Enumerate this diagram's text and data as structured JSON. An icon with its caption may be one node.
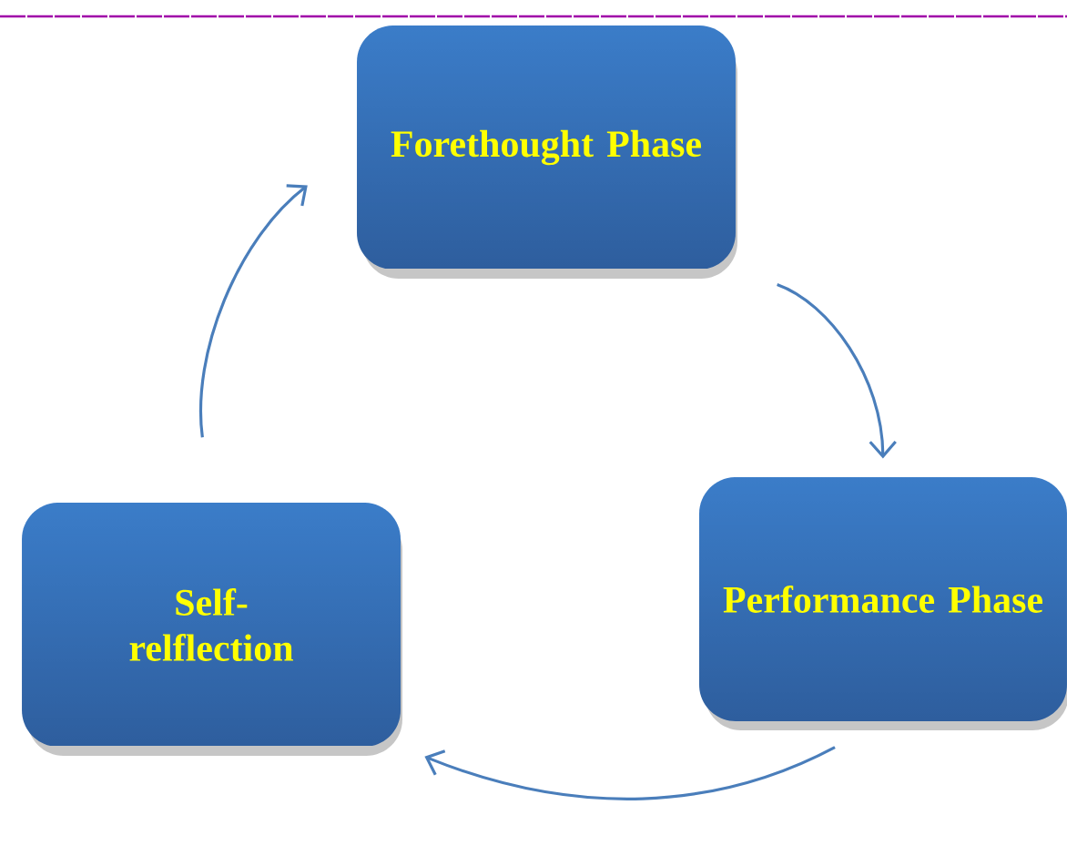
{
  "diagram": {
    "nodes": [
      {
        "text": [
          "Forethought Phase"
        ]
      },
      {
        "text": [
          "Performance Phase"
        ]
      },
      {
        "text": [
          "Self-relflection"
        ]
      }
    ],
    "edges": [
      {
        "from": 0,
        "to": 1,
        "arrow": "to"
      },
      {
        "from": 1,
        "to": 2,
        "arrow": "to"
      },
      {
        "from": 2,
        "to": 0,
        "arrow": "to"
      }
    ]
  }
}
